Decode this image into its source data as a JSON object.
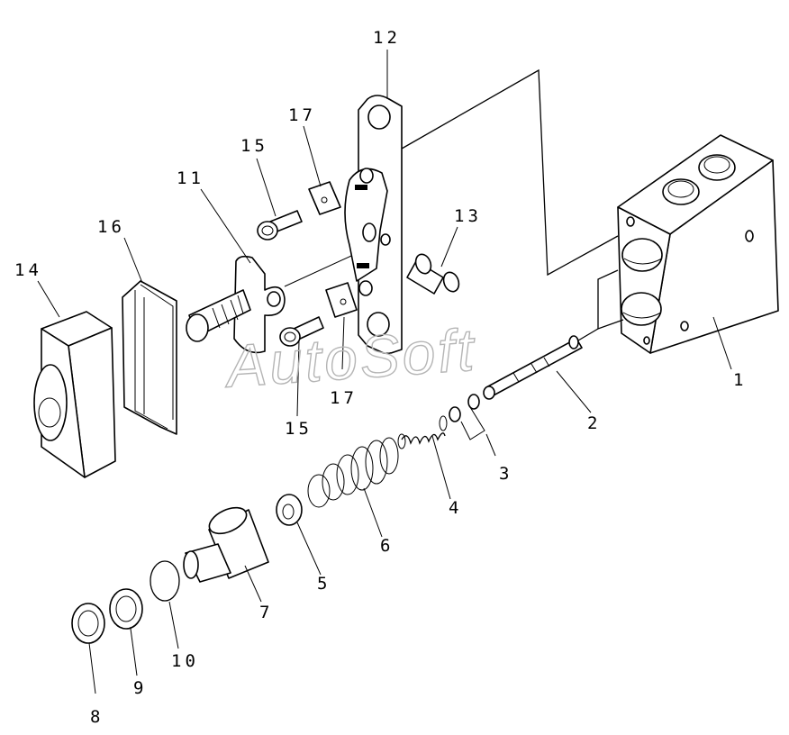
{
  "watermark": "AutoSoft",
  "callouts": {
    "c1": "1",
    "c2": "2",
    "c3": "3",
    "c4": "4",
    "c5": "5",
    "c6": "6",
    "c7": "7",
    "c8": "8",
    "c9": "9",
    "c10": "10",
    "c11": "11",
    "c12": "12",
    "c13": "13",
    "c14": "14",
    "c15a": "15",
    "c15b": "15",
    "c16": "16",
    "c17a": "17",
    "c17b": "17"
  }
}
